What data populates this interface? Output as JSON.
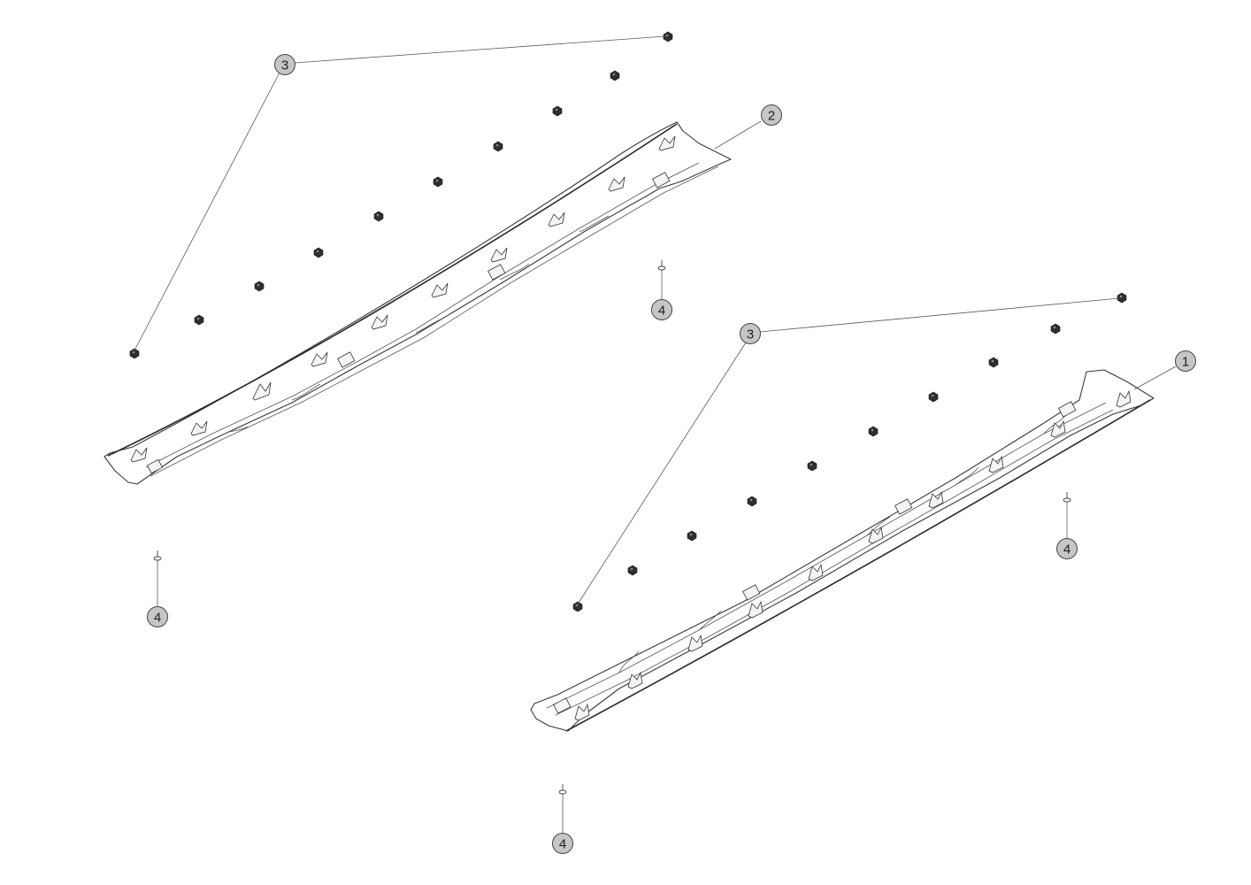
{
  "callouts": [
    {
      "id": "c3-top",
      "label": "3"
    },
    {
      "id": "c2",
      "label": "2"
    },
    {
      "id": "c4-mid",
      "label": "4"
    },
    {
      "id": "c3-right",
      "label": "3"
    },
    {
      "id": "c1",
      "label": "1"
    },
    {
      "id": "c4-right",
      "label": "4"
    },
    {
      "id": "c4-left",
      "label": "4"
    },
    {
      "id": "c4-bottom",
      "label": "4"
    }
  ],
  "colors": {
    "callout_fill": "#c6c6c6",
    "line": "#3a3a3a",
    "background": "#ffffff"
  }
}
